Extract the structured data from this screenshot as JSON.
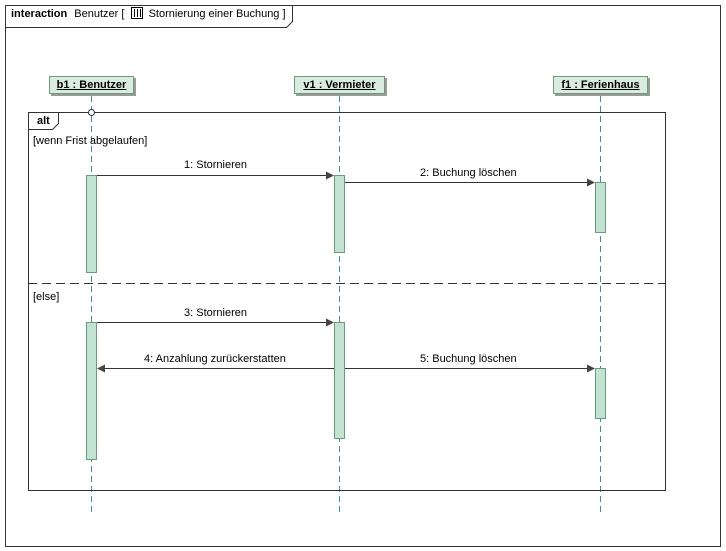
{
  "frame": {
    "keyword": "interaction",
    "name_prefix": "Benutzer [",
    "diagram_name": "Stornierung einer Buchung",
    "name_suffix": "]"
  },
  "lifelines": [
    {
      "id": "b1",
      "label": "b1 : Benutzer"
    },
    {
      "id": "v1",
      "label": "v1 : Vermieter"
    },
    {
      "id": "f1",
      "label": "f1 : Ferienhaus"
    }
  ],
  "combined_fragment": {
    "operator": "alt",
    "operands": [
      {
        "guard": "[wenn Frist abgelaufen]"
      },
      {
        "guard": "[else]"
      }
    ]
  },
  "messages": [
    {
      "number": 1,
      "label": "1: Stornieren",
      "from": "b1",
      "to": "v1"
    },
    {
      "number": 2,
      "label": "2: Buchung löschen",
      "from": "v1",
      "to": "f1"
    },
    {
      "number": 3,
      "label": "3: Stornieren",
      "from": "b1",
      "to": "v1"
    },
    {
      "number": 4,
      "label": "4: Anzahlung zurückerstatten",
      "from": "v1",
      "to": "b1"
    },
    {
      "number": 5,
      "label": "5: Buchung löschen",
      "from": "v1",
      "to": "f1"
    }
  ],
  "colors": {
    "lifeline_fill": "#d9ecdf",
    "lifeline_border": "#6a9c7c",
    "lifeline_dash": "#4b8a98",
    "activation_fill": "#c2e3d1"
  }
}
